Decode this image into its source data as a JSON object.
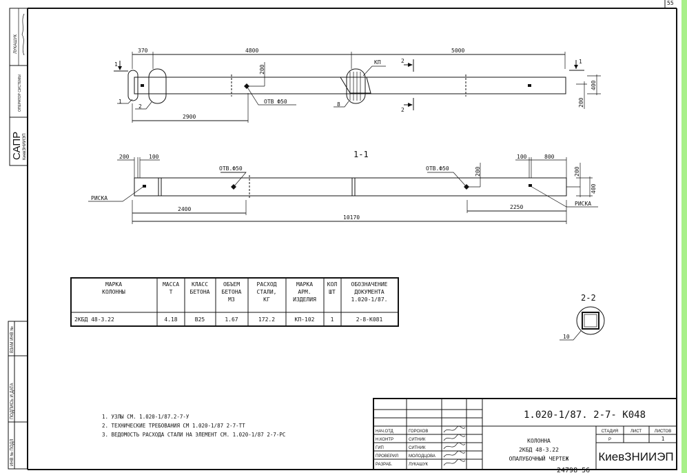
{
  "sheet_corner_number": "55",
  "colors": {
    "edge_strip": "#a8f08a",
    "ink": "#111111"
  },
  "left_stamp": {
    "operator_name": "ЛУКАШУК",
    "operator_role": "ОПЕРАТОР СИСТЕМЫ",
    "system": "САПР",
    "system_org": "КиевЗНИИЭП",
    "inv_podl": "ИНВ № ПОДЛ",
    "podpis_data": "ПОДПИСЬ И ДАТА",
    "vzam_inv": "ВЗАМ ИНВ №"
  },
  "plan_view": {
    "dims": {
      "d370": "370",
      "d4800": "4800",
      "d5000": "5000",
      "d2900": "2900",
      "d200a": "200",
      "d400": "400",
      "d200b": "200"
    },
    "hole_label": "ОТВ Ф50",
    "kp_label": "КП",
    "callouts": {
      "c1": "1",
      "c2": "2",
      "c8": "8"
    },
    "section_marks": {
      "s1": "1",
      "s2": "2"
    }
  },
  "section_1_1": {
    "title": "1-1",
    "dims": {
      "d200l": "200",
      "d100l": "100",
      "d100r": "100",
      "d800": "800",
      "d2400": "2400",
      "d2250": "2250",
      "d10170": "10170",
      "d200v": "200",
      "d200r": "200",
      "d400r": "400"
    },
    "hole_label_left": "ОТВ.Ф50",
    "hole_label_right": "ОТВ.Ф50",
    "mark_left": "РИСКА",
    "mark_right": "РИСКА"
  },
  "section_2_2": {
    "title": "2-2",
    "callout": "10"
  },
  "spec_table": {
    "headers": [
      [
        "МАРКА",
        "КОЛОННЫ"
      ],
      [
        "МАССА",
        "Т"
      ],
      [
        "КЛАСС",
        "БЕТОНА"
      ],
      [
        "ОБЪЕМ",
        "БЕТОНА",
        "М3"
      ],
      [
        "РАСХОД",
        "СТАЛИ,",
        "КГ"
      ],
      [
        "МАРКА",
        "АРМ.",
        "ИЗДЕЛИЯ"
      ],
      [
        "КОЛ",
        "ШТ"
      ],
      [
        "ОБОЗНАЧЕНИЕ",
        "ДОКУМЕНТА",
        "1.020-1/87."
      ]
    ],
    "row": [
      "2КБД 48-3.22",
      "4.18",
      "В25",
      "1.67",
      "172.2",
      "КП-102",
      "1",
      "2-8-К081"
    ]
  },
  "notes": [
    "1. УЗЛЫ СМ. 1.020-1/87.2-7-У",
    "2. ТЕХНИЧЕСКИЕ ТРЕБОВАНИЯ СМ 1.020-1/87 2-7-ТТ",
    "3. ВЕДОМОСТЬ РАСХОДА СТАЛИ НА ЭЛЕМЕНТ СМ. 1.020-1/87 2-7-РС"
  ],
  "title_block": {
    "code": "1.020-1/87. 2-7- К048",
    "signatures": [
      {
        "role": "НАЧ.ОТД",
        "name": "ГОРОХОВ"
      },
      {
        "role": "Н.КОНТР",
        "name": "СИТНИК"
      },
      {
        "role": "ГИП",
        "name": "СИТНИК"
      },
      {
        "role": "ПРОВЕРИЛ",
        "name": "МОЛОДЦОВА"
      },
      {
        "role": "РАЗРАБ.",
        "name": "ЛУКАШУК"
      }
    ],
    "name_lines": [
      "КОЛОННА",
      "2КБД 48-3.22",
      "ОПАЛУБОЧНЫЙ ЧЕРТЕЖ"
    ],
    "stage_label": "СТАДИЯ",
    "sheet_label": "ЛИСТ",
    "sheets_label": "ЛИСТОВ",
    "stage": "Р",
    "sheet": "",
    "sheets": "1",
    "organization": "КиевЗНИИЭП"
  },
  "archive_number": "24798  56"
}
